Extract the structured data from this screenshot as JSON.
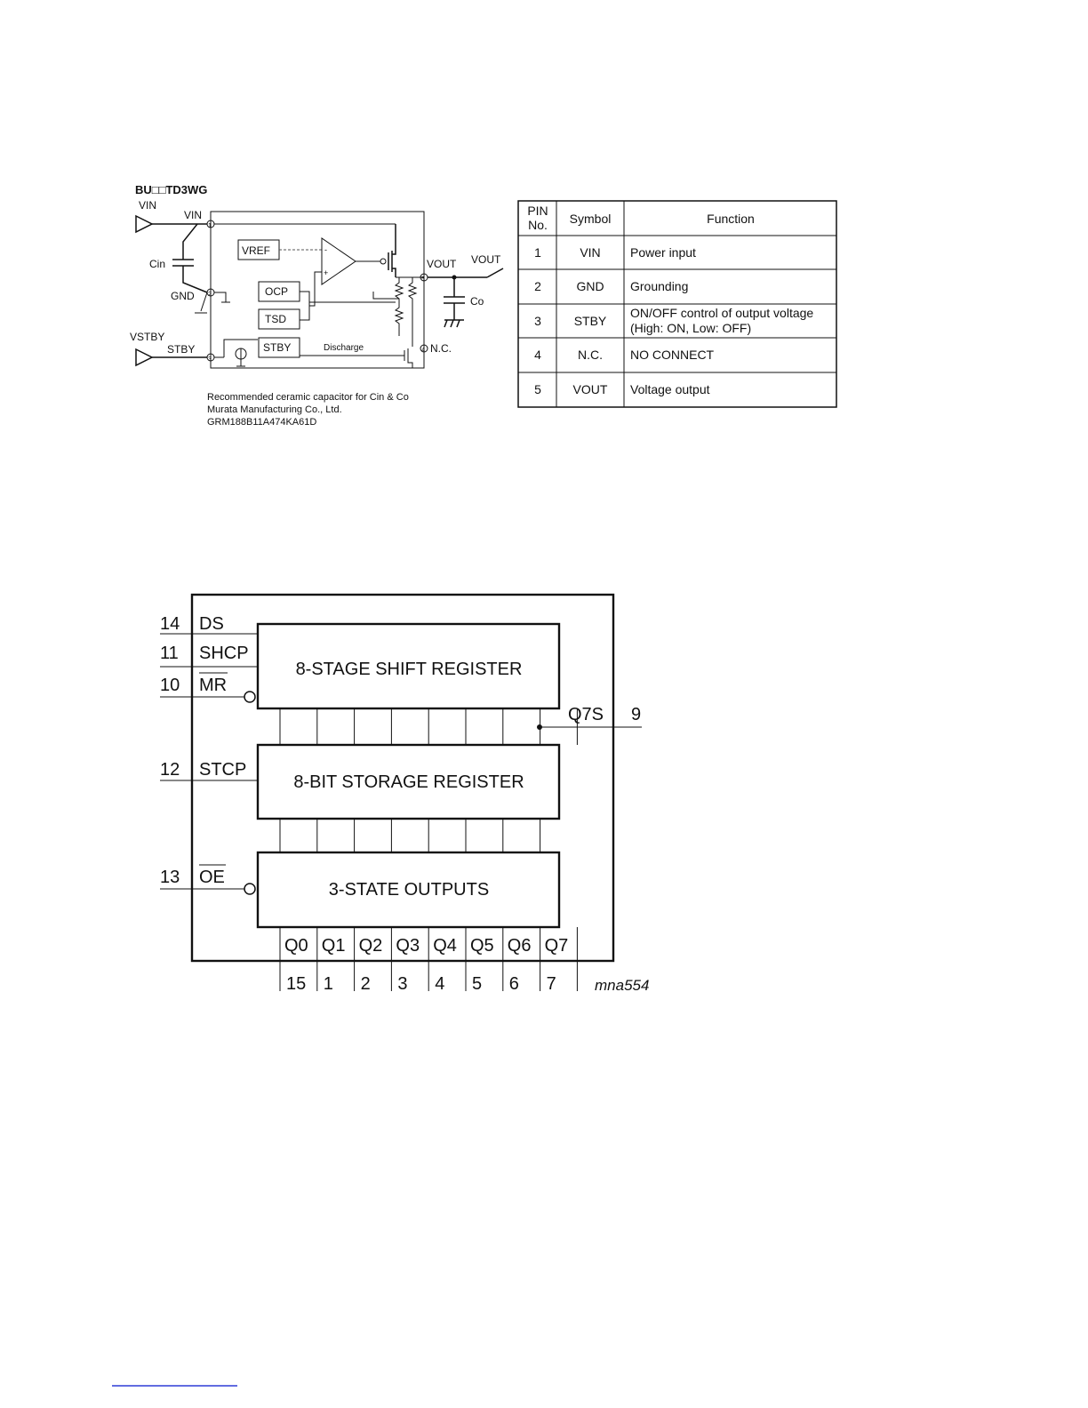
{
  "regulator": {
    "title": "BU□□TD3WG",
    "vin_ext": "VIN",
    "vin_pin": "VIN",
    "cin": "Cin",
    "gnd": "GND",
    "vstby": "VSTBY",
    "stby_pin": "STBY",
    "vref": "VREF",
    "ocp": "OCP",
    "tsd": "TSD",
    "stby_block": "STBY",
    "discharge": "Discharge",
    "vout_pin": "VOUT",
    "vout_ext": "VOUT",
    "co": "Co",
    "nc": "N.C.",
    "pin1": "1",
    "pin2": "2",
    "pin3": "3",
    "pin4": "4",
    "pin5": "5",
    "note_line1": "Recommended ceramic capacitor for Cin & Co",
    "note_line2": "Murata Manufacturing Co., Ltd.",
    "note_line3": "GRM188B11A474KA61D"
  },
  "pin_table": {
    "headers": {
      "pin_line1": "PIN",
      "pin_line2": "No.",
      "symbol": "Symbol",
      "function": "Function"
    },
    "rows": [
      {
        "pin": "1",
        "symbol": "VIN",
        "function": "Power input"
      },
      {
        "pin": "2",
        "symbol": "GND",
        "function": "Grounding"
      },
      {
        "pin": "3",
        "symbol": "STBY",
        "function": "ON/OFF control of output voltage",
        "function_line2": "(High: ON, Low: OFF)"
      },
      {
        "pin": "4",
        "symbol": "N.C.",
        "function": "NO CONNECT"
      },
      {
        "pin": "5",
        "symbol": "VOUT",
        "function": "Voltage output"
      }
    ]
  },
  "shift_register": {
    "inputs": [
      {
        "pin": "14",
        "name": "DS"
      },
      {
        "pin": "11",
        "name": "SHCP"
      },
      {
        "pin": "10",
        "name": "MR"
      },
      {
        "pin": "12",
        "name": "STCP"
      },
      {
        "pin": "13",
        "name": "OE"
      }
    ],
    "blocks": {
      "shift": "8-STAGE SHIFT REGISTER",
      "storage": "8-BIT STORAGE REGISTER",
      "outputs": "3-STATE OUTPUTS"
    },
    "serial_out": {
      "name": "Q7S",
      "pin": "9"
    },
    "outputs": [
      {
        "name": "Q0",
        "pin": "15"
      },
      {
        "name": "Q1",
        "pin": "1"
      },
      {
        "name": "Q2",
        "pin": "2"
      },
      {
        "name": "Q3",
        "pin": "3"
      },
      {
        "name": "Q4",
        "pin": "4"
      },
      {
        "name": "Q5",
        "pin": "5"
      },
      {
        "name": "Q6",
        "pin": "6"
      },
      {
        "name": "Q7",
        "pin": "7"
      }
    ],
    "figure_id": "mna554"
  }
}
